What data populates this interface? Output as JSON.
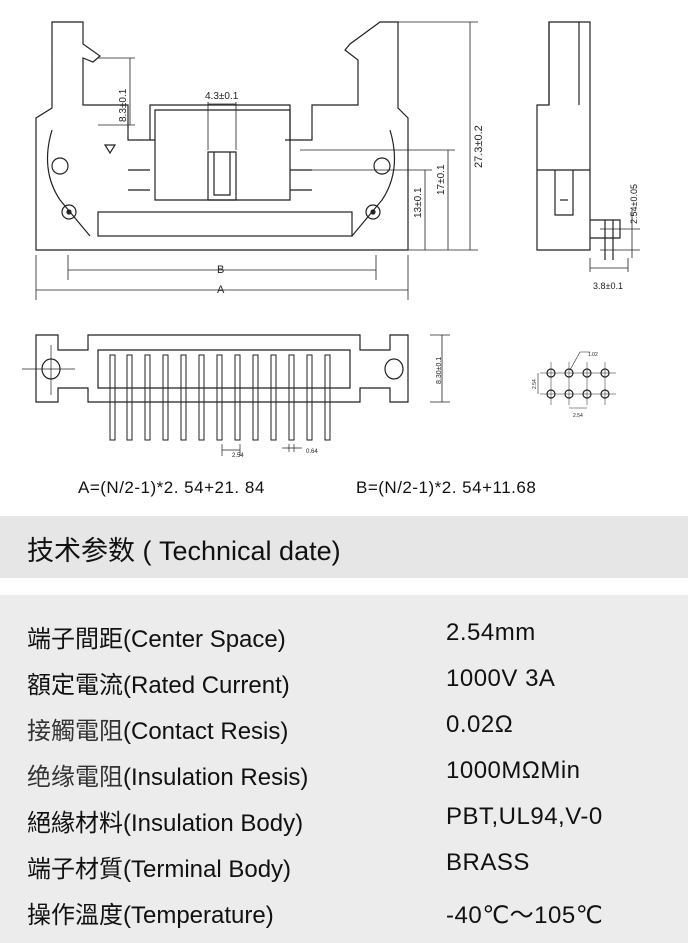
{
  "drawing": {
    "dims": {
      "d_8_3": "8.3±0.1",
      "d_4_3": "4.3±0.1",
      "d_27_3": "27.3±0.2",
      "d_17": "17±0.1",
      "d_13": "13±0.1",
      "d_2_54_side": "2.54±0.05",
      "d_3_8": "3.8±0.1",
      "d_8_30": "8.30±0.1",
      "d_2_54_bottom": "2.54",
      "d_0_64": "0.64",
      "d_1_02": "1.02",
      "d_pcb_v": "2.54",
      "d_pcb_h": "2.54",
      "label_b": "B",
      "label_a": "A"
    },
    "formula_a": "A=(N/2-1)*2. 54+21. 84",
    "formula_b": "B=(N/2-1)*2. 54+11.68"
  },
  "section": {
    "title": "技术参数 ( Technical date)"
  },
  "specs": [
    {
      "zh": "端子間距",
      "en": "(Center Space)",
      "value": "2.54mm"
    },
    {
      "zh": "額定電流",
      "en": "(Rated Current)",
      "value": "1000V 3A"
    },
    {
      "zh": "接觸電阻",
      "en": "(Contact Resis)",
      "value": "0.02Ω"
    },
    {
      "zh": "绝缘電阻",
      "en": "(Insulation Resis)",
      "value": "1000MΩMin"
    },
    {
      "zh": "絕緣材料",
      "en": "(Insulation Body)",
      "value": "PBT,UL94,V-0"
    },
    {
      "zh": "端子材質",
      "en": "(Terminal Body)",
      "value": "BRASS"
    },
    {
      "zh": "操作溫度",
      "en": "(Temperature)",
      "value": "-40℃～105℃"
    }
  ]
}
